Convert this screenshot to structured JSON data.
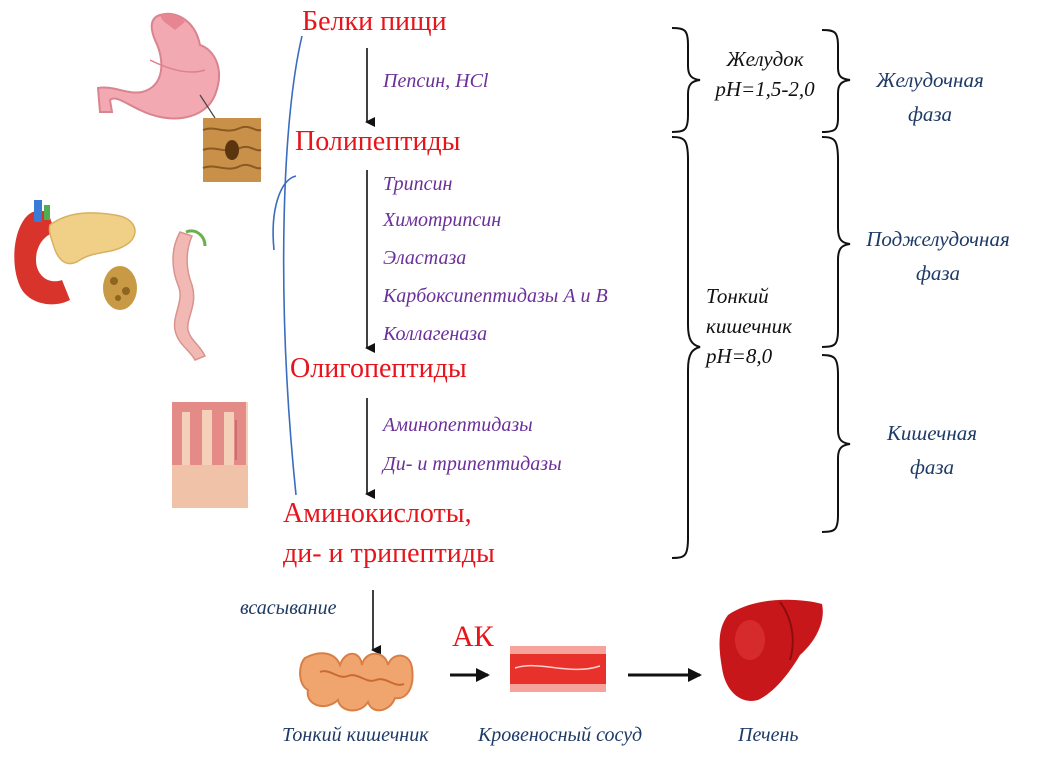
{
  "stages": {
    "food_proteins": "Белки пищи",
    "polypeptides": "Полипептиды",
    "oligopeptides": "Олигопептиды",
    "amino_acids_line1": "Аминокислоты,",
    "amino_acids_line2": "ди- и трипептиды"
  },
  "enzymes": {
    "stomach": "Пепсин, HCl",
    "pancreas": [
      "Трипсин",
      "Химотрипсин",
      "Эластаза",
      "Карбоксипептидазы А и В",
      "Коллагеназа"
    ],
    "intestine": [
      "Аминопептидазы",
      "Ди- и трипептидазы"
    ]
  },
  "organs": {
    "stomach_line1": "Желудок",
    "stomach_line2": "pH=1,5-2,0",
    "intestine_line1": "Тонкий",
    "intestine_line2": "кишечник",
    "intestine_line3": "pH=8,0"
  },
  "phases": {
    "gastric_line1": "Желудочная",
    "gastric_line2": "фаза",
    "pancreatic_line1": "Поджелудочная",
    "pancreatic_line2": "фаза",
    "intestinal_line1": "Кишечная",
    "intestinal_line2": "фаза"
  },
  "absorption": {
    "label": "всасывание",
    "ak": "АК",
    "small_intestine": "Тонкий кишечник",
    "blood_vessel": "Кровеносный сосуд",
    "liver": "Печень"
  },
  "colors": {
    "stage": "#e8141b",
    "enzyme": "#6b2f9a",
    "phase": "#1e3a66",
    "curve": "#3a6cc0"
  },
  "icons": [
    "stomach-icon",
    "stomach-mucosa-icon",
    "pancreas-icon",
    "pancreas-tissue-icon",
    "small-intestine-icon",
    "villi-icon",
    "intestine-loops-icon",
    "blood-vessel-icon",
    "liver-icon"
  ]
}
